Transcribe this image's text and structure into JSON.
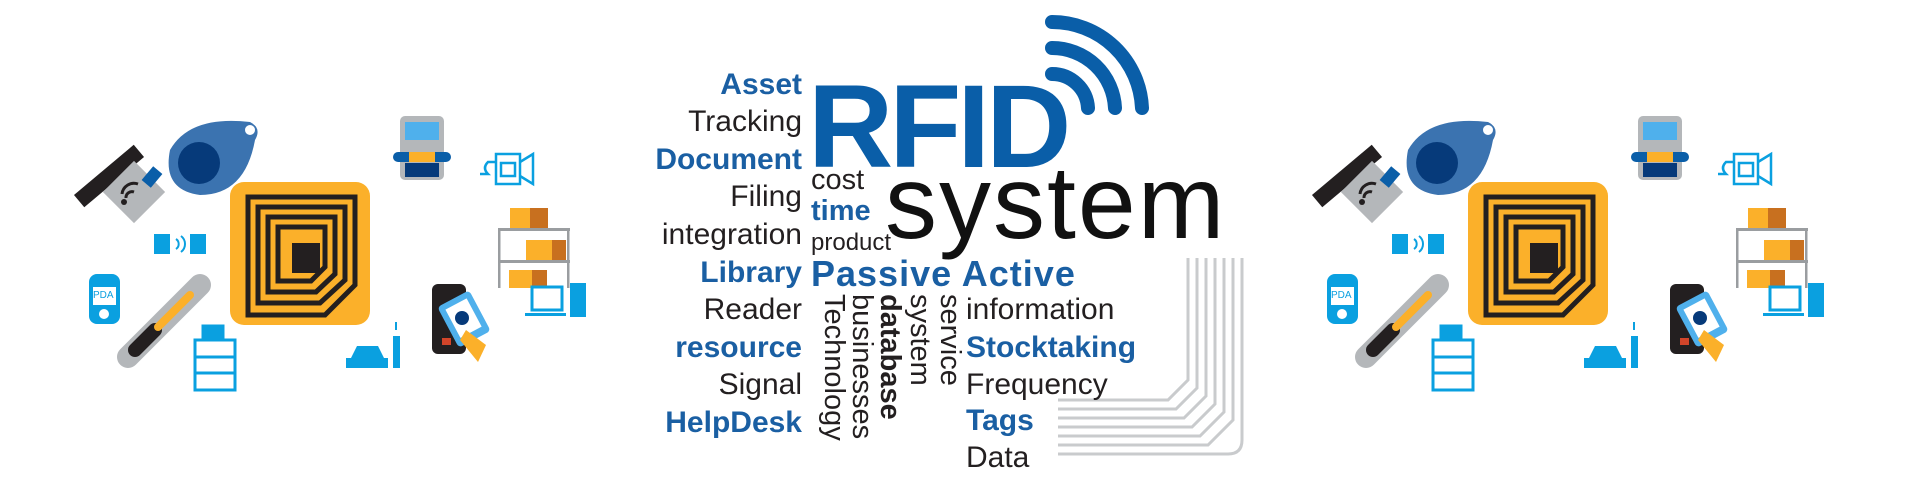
{
  "title": {
    "main": "RFID",
    "sub": "system"
  },
  "colors": {
    "brand_blue": "#0a5ea8",
    "text_blue": "#1a5fa3",
    "cyan": "#0aa0e0",
    "orange": "#fbb02a",
    "dark_orange": "#c8701f",
    "black": "#231f20",
    "gray": "#b4b7ba"
  },
  "word_cloud": {
    "left_column": [
      "Asset",
      "Tracking",
      "Document",
      "Filing",
      "integration",
      "Library",
      "Reader",
      "resource",
      "Signal",
      "HelpDesk"
    ],
    "middle": [
      "cost",
      "time",
      "product",
      "Passive Active"
    ],
    "vertical": [
      "Technology",
      "businesses",
      "database",
      "system",
      "service"
    ],
    "right_column": [
      "information",
      "Stocktaking",
      "Frequency",
      "Tags",
      "Data"
    ]
  },
  "illustrations": {
    "pda_label": "PDA",
    "icons": [
      "rfid-chip-icon",
      "key-fob-icon",
      "usb-tag-icon",
      "sensor-icon",
      "pda-icon",
      "capsule-tag-icon",
      "shelf-icon",
      "kiosk-icon",
      "camera-icon",
      "warehouse-shelf-icon",
      "car-icon",
      "card-reader-icon",
      "computer-icon"
    ]
  }
}
